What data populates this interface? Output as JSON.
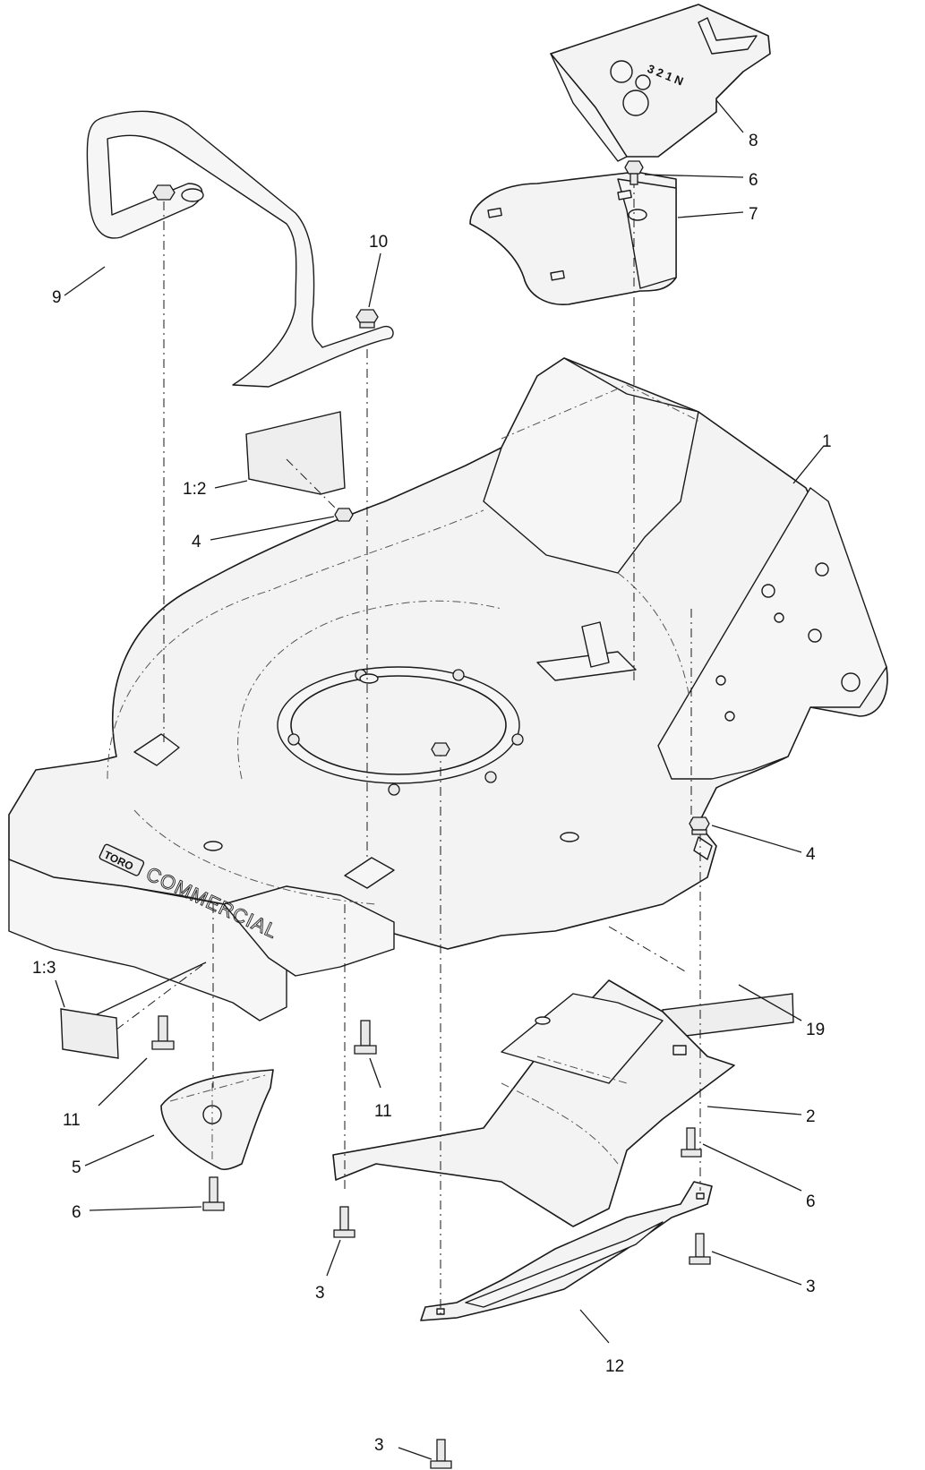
{
  "callouts": {
    "c1": "1",
    "c1_2": "1:2",
    "c1_3": "1:3",
    "c2": "2",
    "c3a": "3",
    "c3b": "3",
    "c3c": "3",
    "c4a": "4",
    "c4b": "4",
    "c5": "5",
    "c6a": "6",
    "c6b": "6",
    "c6c": "6",
    "c7": "7",
    "c8": "8",
    "c9": "9",
    "c10": "10",
    "c11a": "11",
    "c11b": "11",
    "c12": "12",
    "c19": "19"
  },
  "markings": {
    "brand_text": "COMMERCIAL",
    "brand_badge": "TORO",
    "speed_labels": "3 2 1 N"
  },
  "colors": {
    "line": "#1a1a1a",
    "part_fill": "#f3f3f3",
    "background": "#ffffff"
  }
}
